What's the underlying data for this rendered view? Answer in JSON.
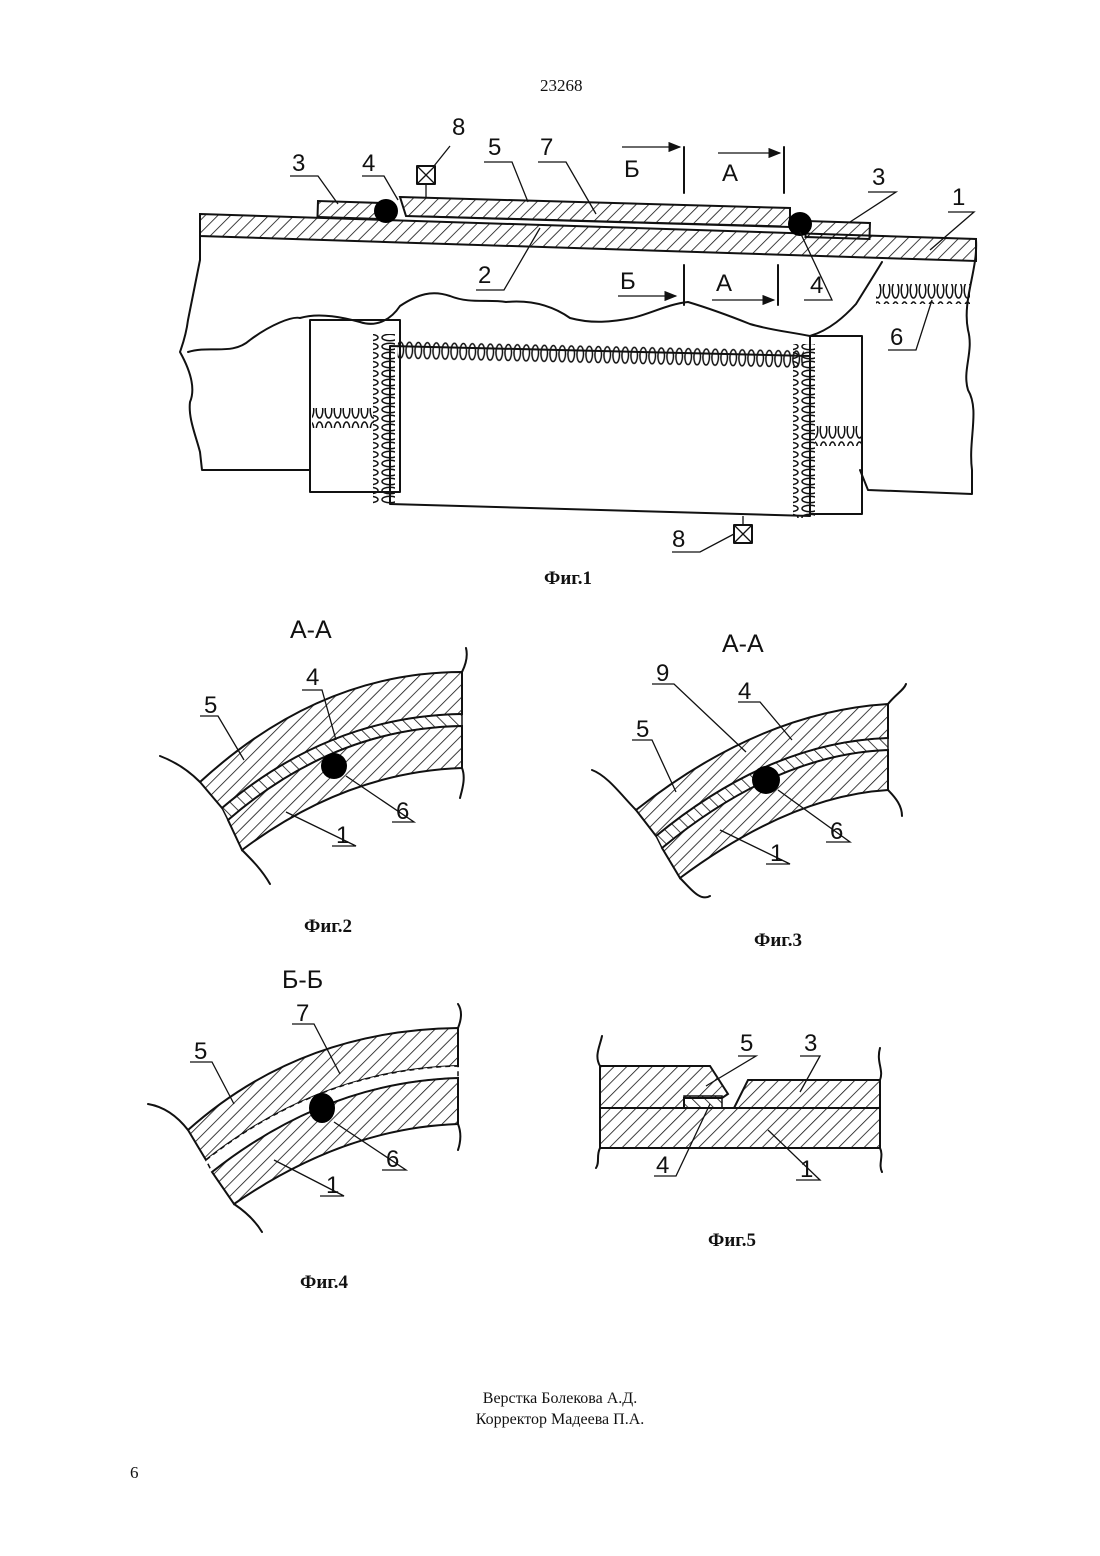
{
  "page": {
    "patent_number": "23268",
    "page_number": "6",
    "credits": [
      "Верстка Болекова А.Д.",
      "Корректор Мадеева П.А."
    ]
  },
  "figures": {
    "fig1": {
      "caption": "Фиг.1",
      "labels": {
        "l1": "1",
        "l2": "2",
        "l3a": "3",
        "l3b": "3",
        "l4a": "4",
        "l4b": "4",
        "l5": "5",
        "l6": "6",
        "l7": "7",
        "l8a": "8",
        "l8b": "8"
      },
      "cuts": {
        "b_top": "Б",
        "a_top": "А",
        "b_bot": "Б",
        "a_bot": "А"
      }
    },
    "fig2": {
      "section": "А-А",
      "caption": "Фиг.2",
      "labels": {
        "l5": "5",
        "l4": "4",
        "l6": "6",
        "l1": "1"
      }
    },
    "fig3": {
      "section": "А-А",
      "caption": "Фиг.3",
      "labels": {
        "l9": "9",
        "l4": "4",
        "l5": "5",
        "l6": "6",
        "l1": "1"
      }
    },
    "fig4": {
      "section": "Б-Б",
      "caption": "Фиг.4",
      "labels": {
        "l7": "7",
        "l5": "5",
        "l6": "6",
        "l1": "1"
      }
    },
    "fig5": {
      "caption": "Фиг.5",
      "labels": {
        "l5": "5",
        "l3": "3",
        "l4": "4",
        "l1": "1"
      }
    }
  }
}
